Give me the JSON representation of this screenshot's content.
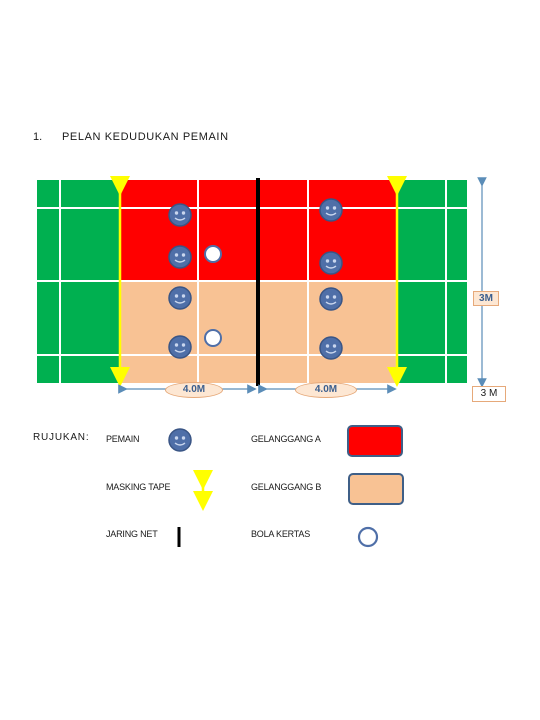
{
  "heading": {
    "number": "1.",
    "title": "PELAN KEDUDUKAN PEMAIN"
  },
  "court": {
    "width_label": "4.0M",
    "width_label_2": "4.0M",
    "height_label": "3M",
    "height_label_2": "3 M"
  },
  "legend": {
    "title": "RUJUKAN:",
    "player": "PEMAIN",
    "masking_tape": "MASKING TAPE",
    "net": "JARING NET",
    "zone_a": "GELANGGANG A",
    "zone_b": "GELANGGANG B",
    "ball": "BOLA KERTAS"
  },
  "colors": {
    "court_green": "#00b050",
    "zone_a": "#ff0000",
    "zone_b": "#f8c294",
    "tape": "#ffff00",
    "net": "#000000",
    "player": "#4f6fa8"
  }
}
